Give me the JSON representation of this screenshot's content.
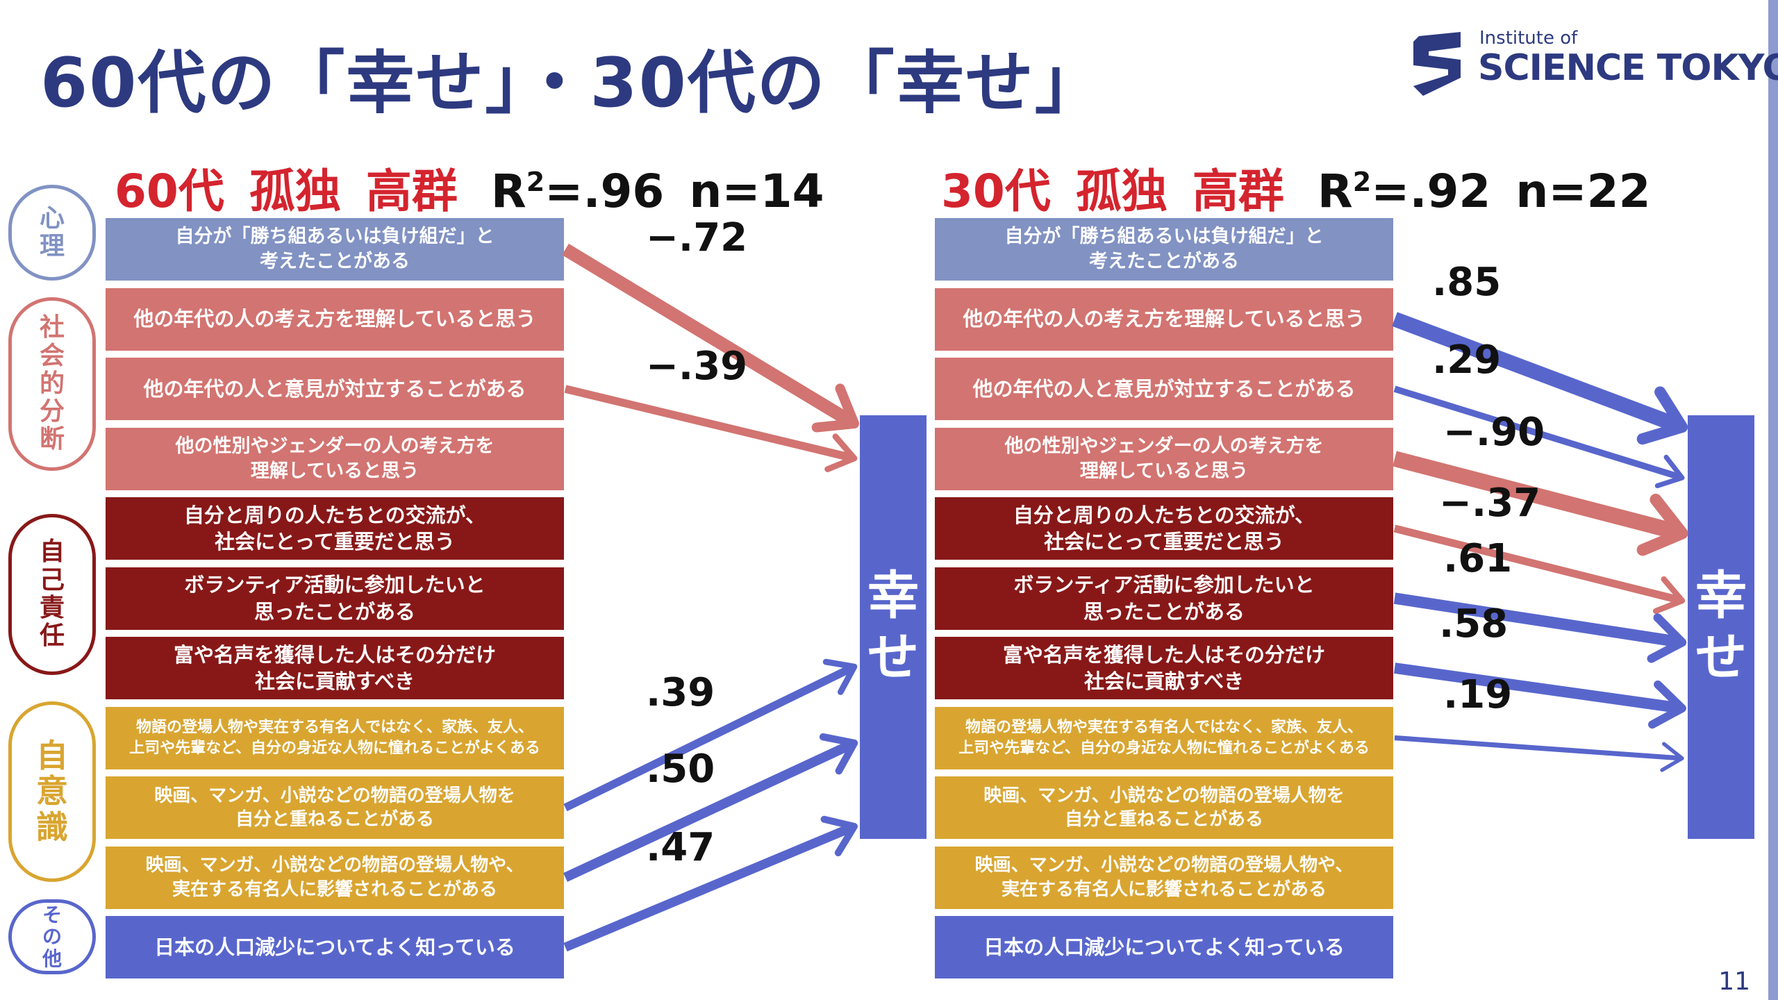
{
  "title": "60代の「幸せ」・30代の「幸せ」",
  "logo": {
    "small": "Institute of",
    "big": "SCIENCE TOKYO"
  },
  "page_number": "11",
  "colors": {
    "psych": "#8192c3",
    "social": "#d27471",
    "selfresp": "#881818",
    "selfaware": "#d9a530",
    "other": "#5866cc",
    "positive_arrow": "#5866cc",
    "negative_arrow": "#d27471",
    "title_blue": "#2d3a80",
    "group_red": "#d4242e"
  },
  "categories": [
    {
      "label": "心理",
      "color": "#8192c3"
    },
    {
      "label": "社会的分断",
      "color": "#d27471"
    },
    {
      "label": "自己責任",
      "color": "#881818"
    },
    {
      "label": "自意識",
      "color": "#d9a530"
    },
    {
      "label": "その他",
      "color": "#5866cc"
    }
  ],
  "items": [
    {
      "text": "自分が「勝ち組あるいは負け組だ」と\n考えたことがある",
      "cat": "psych"
    },
    {
      "text": "他の年代の人の考え方を理解していると思う",
      "cat": "social"
    },
    {
      "text": "他の年代の人と意見が対立することがある",
      "cat": "social"
    },
    {
      "text": "他の性別やジェンダーの人の考え方を\n理解していると思う",
      "cat": "social"
    },
    {
      "text": "自分と周りの人たちとの交流が、\n社会にとって重要だと思う",
      "cat": "selfresp"
    },
    {
      "text": "ボランティア活動に参加したいと\n思ったことがある",
      "cat": "selfresp"
    },
    {
      "text": "富や名声を獲得した人はその分だけ\n社会に貢献すべき",
      "cat": "selfresp"
    },
    {
      "text": "物語の登場人物や実在する有名人ではなく、家族、友人、\n上司や先輩など、自分の身近な人物に憧れることがよくある",
      "cat": "selfaware"
    },
    {
      "text": "映画、マンガ、小説などの物語の登場人物を\n自分と重ねることがある",
      "cat": "selfaware"
    },
    {
      "text": "映画、マンガ、小説などの物語の登場人物や、\n実在する有名人に影響されることがある",
      "cat": "selfaware"
    },
    {
      "text": "日本の人口減少についてよく知っている",
      "cat": "other"
    }
  ],
  "panels": [
    {
      "group": "60代",
      "condition1": "孤独",
      "condition2": "高群",
      "r2_prefix": "R",
      "r2_sup": "2",
      "r2_value": "=.96",
      "n": "n=14",
      "target": "幸せ",
      "paths": [
        {
          "item": 0,
          "coef": -0.72,
          "label": "−.72"
        },
        {
          "item": 2,
          "coef": -0.39,
          "label": "−.39"
        },
        {
          "item": 8,
          "coef": 0.39,
          "label": ".39"
        },
        {
          "item": 9,
          "coef": 0.5,
          "label": ".50"
        },
        {
          "item": 10,
          "coef": 0.47,
          "label": ".47"
        }
      ]
    },
    {
      "group": "30代",
      "condition1": "孤独",
      "condition2": "高群",
      "r2_prefix": "R",
      "r2_sup": "2",
      "r2_value": "=.92",
      "n": "n=22",
      "target": "幸せ",
      "paths": [
        {
          "item": 1,
          "coef": 0.85,
          "label": ".85"
        },
        {
          "item": 2,
          "coef": 0.29,
          "label": ".29"
        },
        {
          "item": 3,
          "coef": -0.9,
          "label": "−.90"
        },
        {
          "item": 4,
          "coef": -0.37,
          "label": "−.37"
        },
        {
          "item": 5,
          "coef": 0.61,
          "label": ".61"
        },
        {
          "item": 6,
          "coef": 0.58,
          "label": ".58"
        },
        {
          "item": 7,
          "coef": 0.19,
          "label": ".19"
        }
      ]
    }
  ]
}
